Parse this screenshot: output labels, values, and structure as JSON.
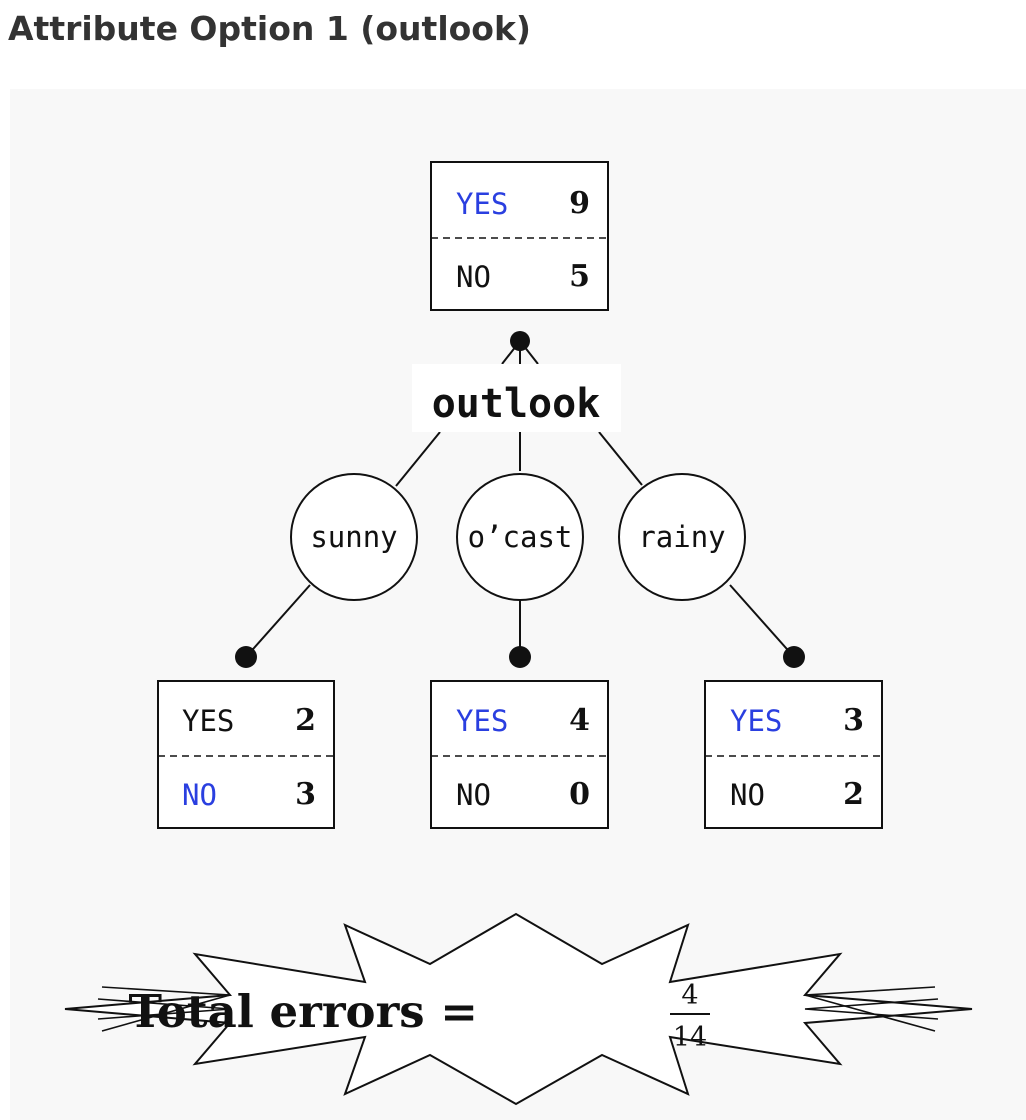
{
  "page": {
    "title": "Attribute Option 1 (outlook)"
  },
  "colors": {
    "majority_label": "#2a3fe0",
    "text": "#111111",
    "panel_background": "#f8f8f8"
  },
  "tree": {
    "root": {
      "rows": [
        {
          "label": "YES",
          "count": "9",
          "majority": true
        },
        {
          "label": "NO",
          "count": "5",
          "majority": false
        }
      ]
    },
    "attribute": "outlook",
    "branches": [
      {
        "value": "sunny",
        "rows": [
          {
            "label": "YES",
            "count": "2",
            "majority": false
          },
          {
            "label": "NO",
            "count": "3",
            "majority": true
          }
        ]
      },
      {
        "value": "o’cast",
        "rows": [
          {
            "label": "YES",
            "count": "4",
            "majority": true
          },
          {
            "label": "NO",
            "count": "0",
            "majority": false
          }
        ]
      },
      {
        "value": "rainy",
        "rows": [
          {
            "label": "YES",
            "count": "3",
            "majority": true
          },
          {
            "label": "NO",
            "count": "2",
            "majority": false
          }
        ]
      }
    ]
  },
  "summary": {
    "label": "Total errors =",
    "numerator": "4",
    "denominator": "14"
  }
}
